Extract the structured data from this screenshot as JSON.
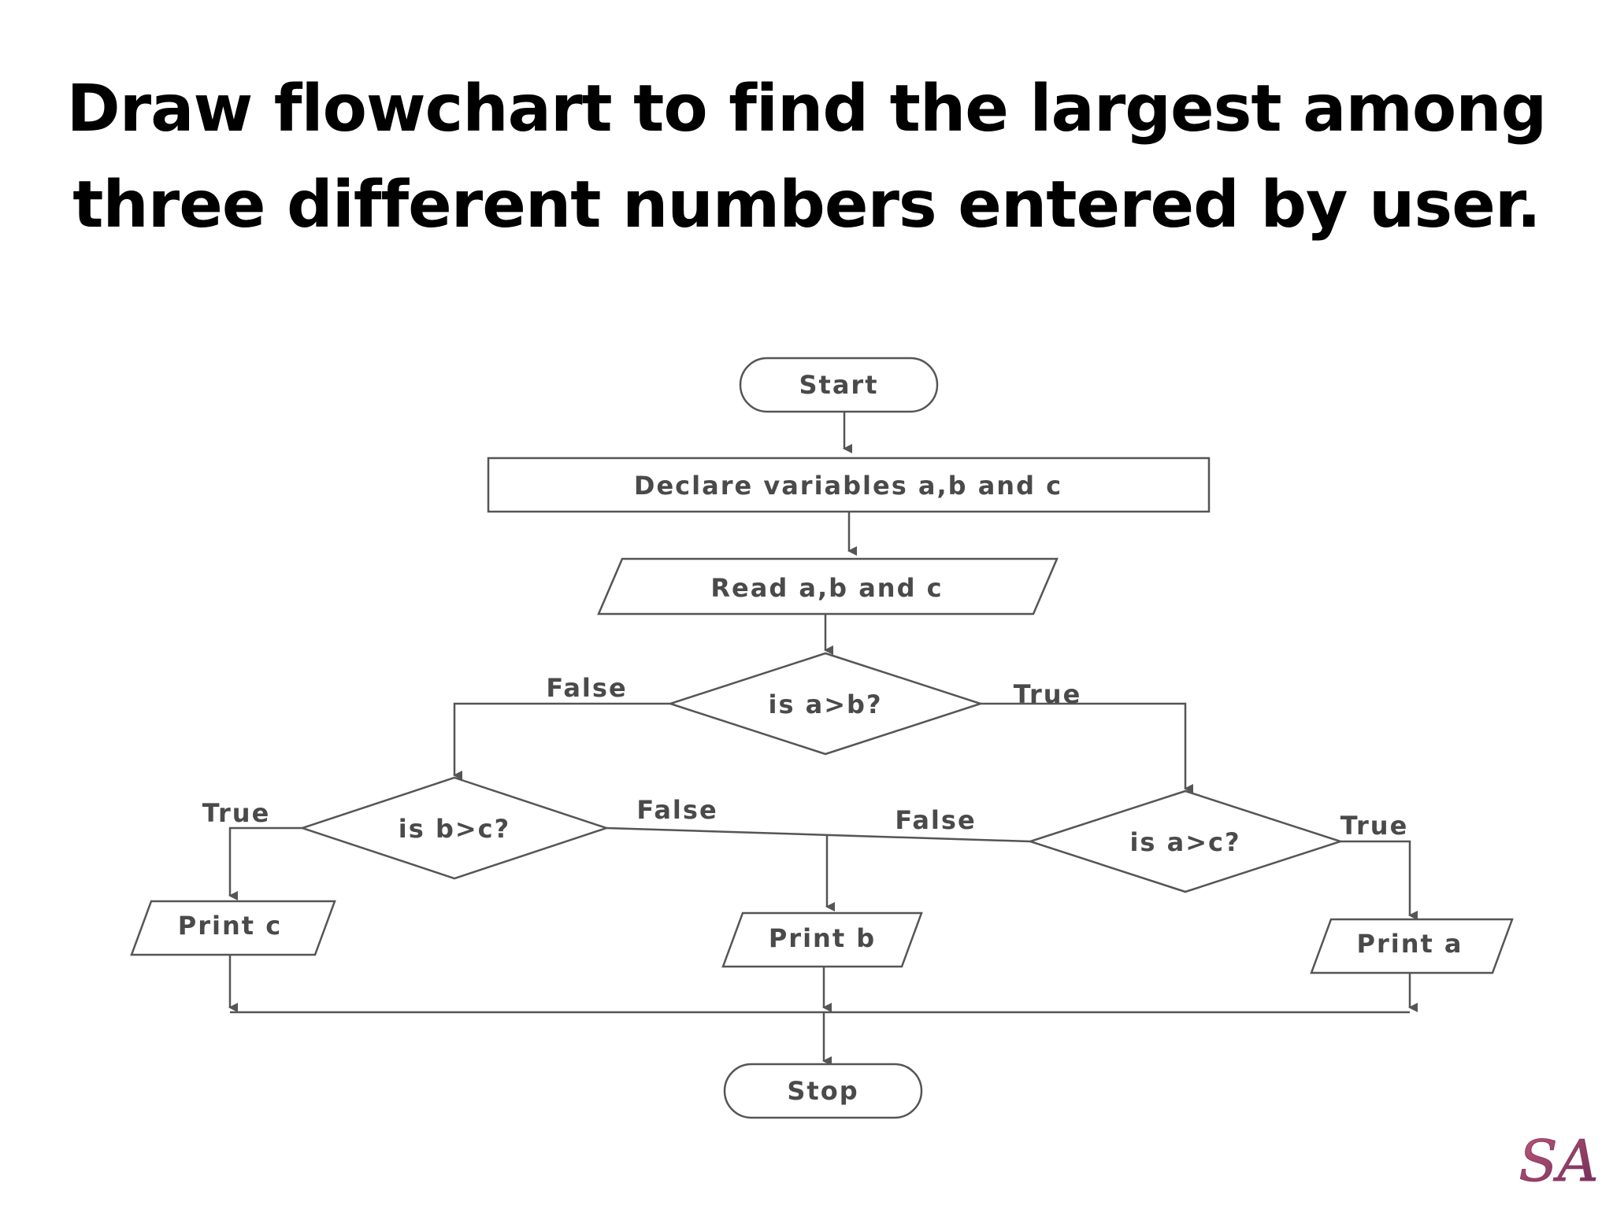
{
  "title": {
    "line1": "Draw flowchart to find the largest among",
    "line2": "three different numbers entered by user."
  },
  "nodes": {
    "start": "Start",
    "declare": "Declare variables a,b and c",
    "read": "Read a,b and c",
    "dec_ab": "is a>b?",
    "dec_bc": "is b>c?",
    "dec_ac": "is a>c?",
    "print_c": "Print c",
    "print_b": "Print b",
    "print_a": "Print a",
    "stop": "Stop"
  },
  "edges": {
    "ab_false": "False",
    "ab_true": "True",
    "bc_true": "True",
    "bc_false": "False",
    "ac_false": "False",
    "ac_true": "True"
  },
  "logo": "SA"
}
